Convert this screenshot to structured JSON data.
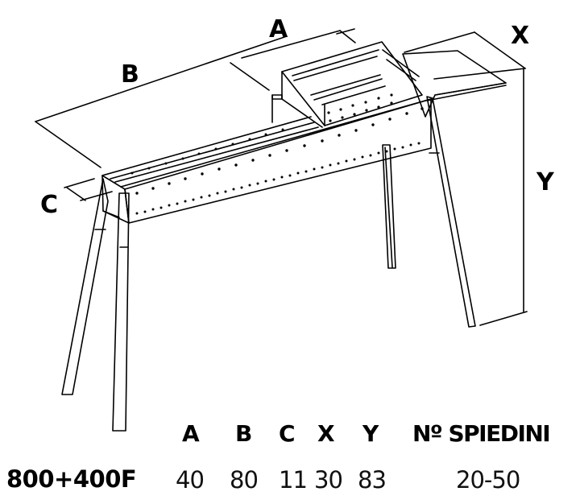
{
  "drawing": {
    "subject": "barbecue grill with side tray",
    "dimension_labels": {
      "A": "A",
      "B": "B",
      "C": "C",
      "X": "X",
      "Y": "Y"
    }
  },
  "spec_table": {
    "headers": {
      "A": "A",
      "B": "B",
      "C": "C",
      "X": "X",
      "Y": "Y",
      "skewers": "Nº SPIEDINI"
    },
    "rows": [
      {
        "model": "800+400F",
        "A": "40",
        "B": "80",
        "C": "11",
        "X": "30",
        "Y": "83",
        "skewers": "20-50"
      }
    ]
  }
}
